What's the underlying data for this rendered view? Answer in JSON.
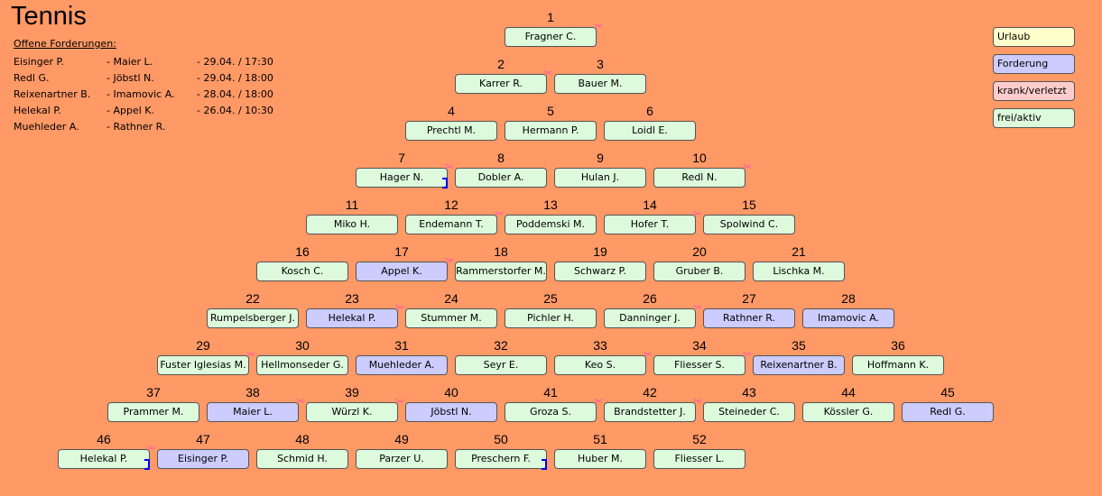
{
  "title": "Tennis",
  "open_challenges": {
    "heading": "Offene Forderungen:",
    "items": [
      {
        "challenger": "Eisinger P.",
        "opponent": "- Maier L.",
        "date": "- 29.04. / 17:30"
      },
      {
        "challenger": "Redl G.",
        "opponent": "- Jöbstl N.",
        "date": "- 29.04. / 18:00"
      },
      {
        "challenger": "Reixenartner B.",
        "opponent": "- Imamovic A.",
        "date": "- 28.04. / 18:00"
      },
      {
        "challenger": "Helekal P.",
        "opponent": "- Appel K.",
        "date": "- 26.04. / 10:30"
      },
      {
        "challenger": "Muehleder A.",
        "opponent": "- Rathner R.",
        "date": ""
      }
    ]
  },
  "legend": [
    {
      "label": "Urlaub",
      "color": "#ffffcc"
    },
    {
      "label": "Forderung",
      "color": "#ccccff"
    },
    {
      "label": "krank/verletzt",
      "color": "#ffcccc"
    },
    {
      "label": "frei/aktiv",
      "color": "#ddfadd"
    }
  ],
  "colors": {
    "frei": "#ddfadd",
    "forderung": "#ccccff",
    "bow": "#ff5fa0"
  },
  "players": [
    {
      "rank": "1",
      "name": "Fragner C.",
      "status": "frei",
      "bow": true
    },
    {
      "rank": "2",
      "name": "Karrer R.",
      "status": "frei",
      "bow": true
    },
    {
      "rank": "3",
      "name": "Bauer M.",
      "status": "frei"
    },
    {
      "rank": "4",
      "name": "Prechtl M.",
      "status": "frei"
    },
    {
      "rank": "5",
      "name": "Hermann P.",
      "status": "frei"
    },
    {
      "rank": "6",
      "name": "Loidl E.",
      "status": "frei"
    },
    {
      "rank": "7",
      "name": "Hager N.",
      "status": "frei",
      "bow": true,
      "sel": true
    },
    {
      "rank": "8",
      "name": "Dobler A.",
      "status": "frei"
    },
    {
      "rank": "9",
      "name": "Hulan J.",
      "status": "frei"
    },
    {
      "rank": "10",
      "name": "Redl N.",
      "status": "frei",
      "bow": true
    },
    {
      "rank": "11",
      "name": "Miko H.",
      "status": "frei"
    },
    {
      "rank": "12",
      "name": "Endemann T.",
      "status": "frei",
      "bow": true
    },
    {
      "rank": "13",
      "name": "Poddemski M.",
      "status": "frei"
    },
    {
      "rank": "14",
      "name": "Hofer T.",
      "status": "frei",
      "bow": true
    },
    {
      "rank": "15",
      "name": "Spolwind C.",
      "status": "frei"
    },
    {
      "rank": "16",
      "name": "Kosch C.",
      "status": "frei"
    },
    {
      "rank": "17",
      "name": "Appel K.",
      "status": "forderung",
      "bow": true
    },
    {
      "rank": "18",
      "name": "Rammerstorfer M.",
      "status": "frei"
    },
    {
      "rank": "19",
      "name": "Schwarz P.",
      "status": "frei"
    },
    {
      "rank": "20",
      "name": "Gruber B.",
      "status": "frei"
    },
    {
      "rank": "21",
      "name": "Lischka M.",
      "status": "frei"
    },
    {
      "rank": "22",
      "name": "Rumpelsberger J.",
      "status": "frei"
    },
    {
      "rank": "23",
      "name": "Helekal P.",
      "status": "forderung",
      "bow": true
    },
    {
      "rank": "24",
      "name": "Stummer M.",
      "status": "frei"
    },
    {
      "rank": "25",
      "name": "Pichler H.",
      "status": "frei"
    },
    {
      "rank": "26",
      "name": "Danninger J.",
      "status": "frei",
      "bow": true
    },
    {
      "rank": "27",
      "name": "Rathner R.",
      "status": "forderung"
    },
    {
      "rank": "28",
      "name": "Imamovic A.",
      "status": "forderung"
    },
    {
      "rank": "29",
      "name": "Fuster Iglesias M.",
      "status": "frei",
      "bow": true
    },
    {
      "rank": "30",
      "name": "Hellmonseder G.",
      "status": "frei"
    },
    {
      "rank": "31",
      "name": "Muehleder A.",
      "status": "forderung"
    },
    {
      "rank": "32",
      "name": "Seyr E.",
      "status": "frei"
    },
    {
      "rank": "33",
      "name": "Keo S.",
      "status": "frei",
      "bow": true
    },
    {
      "rank": "34",
      "name": "Fliesser S.",
      "status": "frei",
      "bow": true
    },
    {
      "rank": "35",
      "name": "Reixenartner B.",
      "status": "forderung"
    },
    {
      "rank": "36",
      "name": "Hoffmann K.",
      "status": "frei"
    },
    {
      "rank": "37",
      "name": "Prammer M.",
      "status": "frei"
    },
    {
      "rank": "38",
      "name": "Maier L.",
      "status": "forderung",
      "bow": true
    },
    {
      "rank": "39",
      "name": "Würzl K.",
      "status": "frei",
      "bow": true
    },
    {
      "rank": "40",
      "name": "Jöbstl N.",
      "status": "forderung"
    },
    {
      "rank": "41",
      "name": "Groza S.",
      "status": "frei",
      "bow": true
    },
    {
      "rank": "42",
      "name": "Brandstetter J.",
      "status": "frei",
      "bow": true
    },
    {
      "rank": "43",
      "name": "Steineder C.",
      "status": "frei"
    },
    {
      "rank": "44",
      "name": "Kössler G.",
      "status": "frei"
    },
    {
      "rank": "45",
      "name": "Redl G.",
      "status": "forderung"
    },
    {
      "rank": "46",
      "name": "Helekal P.",
      "status": "frei",
      "bow": true,
      "sel": true
    },
    {
      "rank": "47",
      "name": "Eisinger P.",
      "status": "forderung"
    },
    {
      "rank": "48",
      "name": "Schmid H.",
      "status": "frei"
    },
    {
      "rank": "49",
      "name": "Parzer U.",
      "status": "frei"
    },
    {
      "rank": "50",
      "name": "Preschern F.",
      "status": "frei",
      "sel": true
    },
    {
      "rank": "51",
      "name": "Huber M.",
      "status": "frei"
    },
    {
      "rank": "52",
      "name": "Fliesser L.",
      "status": "frei"
    }
  ]
}
